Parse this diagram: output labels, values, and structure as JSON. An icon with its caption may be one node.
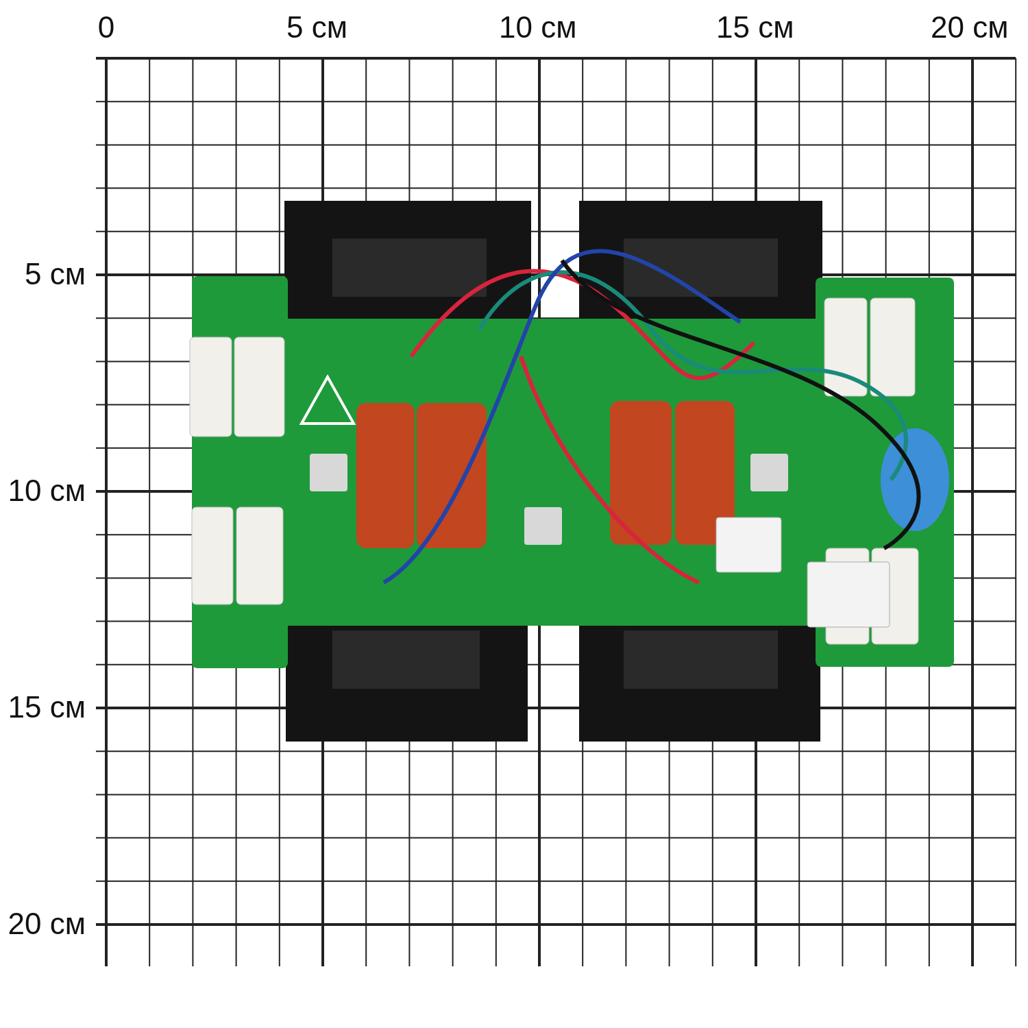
{
  "diagram": {
    "labels": [
      "0",
      "5 см",
      "10 см",
      "15 см",
      "20 см",
      "5 см",
      "10 см",
      "15 см",
      "20 см"
    ]
  }
}
